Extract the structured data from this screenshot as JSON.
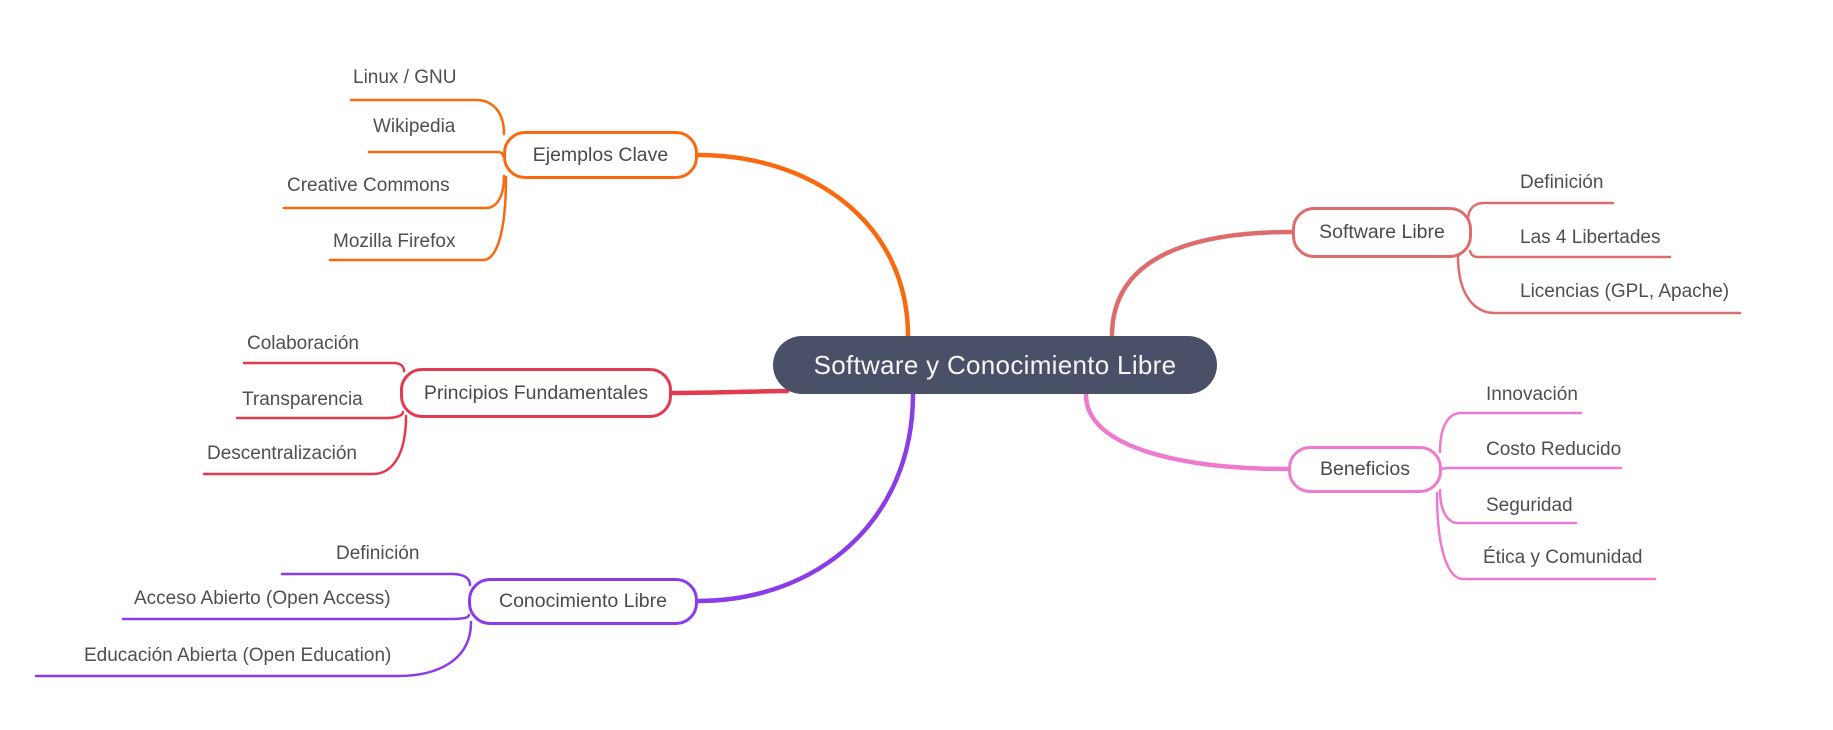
{
  "title": {
    "label": "Software y Conocimiento Libre"
  },
  "colors": {
    "center_bg": "#4a5067",
    "center_text": "#f7f7fa",
    "label_text": "#4f4f4f"
  },
  "branches": [
    {
      "id": "ejemplos",
      "label": "Ejemplos Clave",
      "color": "#f9690f",
      "children": [
        "Linux / GNU",
        "Wikipedia",
        "Creative Commons",
        "Mozilla Firefox"
      ]
    },
    {
      "id": "principios",
      "label": "Principios Fundamentales",
      "color": "#e43a4f",
      "children": [
        "Colaboración",
        "Transparencia",
        "Descentralización"
      ]
    },
    {
      "id": "conocimiento",
      "label": "Conocimiento Libre",
      "color": "#8a3ce8",
      "children": [
        "Definición",
        "Acceso Abierto (Open Access)",
        "Educación Abierta (Open Education)"
      ]
    },
    {
      "id": "software",
      "label": "Software Libre",
      "color": "#dd6d6d",
      "children": [
        "Definición",
        "Las 4 Libertades",
        "Licencias (GPL, Apache)"
      ]
    },
    {
      "id": "beneficios",
      "label": "Beneficios",
      "color": "#ee7ad0",
      "children": [
        "Innovación",
        "Costo Reducido",
        "Seguridad",
        "Ética y Comunidad"
      ]
    }
  ]
}
